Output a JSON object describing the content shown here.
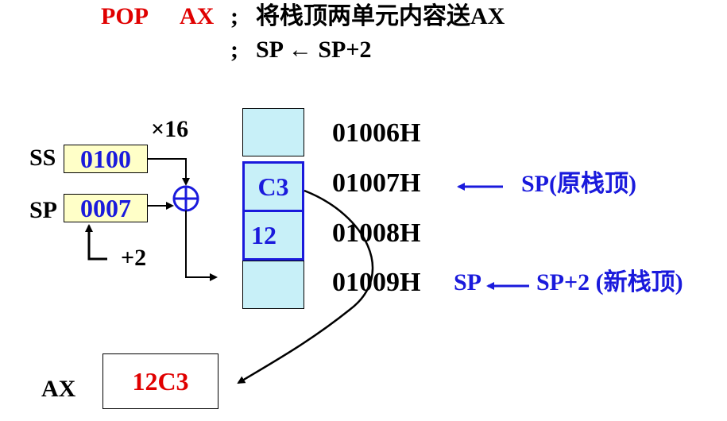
{
  "header": {
    "instr": "POP",
    "operand": "AX",
    "sep1": ";",
    "comment1": "将栈顶两单元内容送AX",
    "sep2": ";",
    "comment2": "SP ← SP+2"
  },
  "registers": {
    "ss_label": "SS",
    "ss_value": "0100",
    "sp_label": "SP",
    "sp_value": "0007",
    "shift_label": "×16",
    "increment_label": "+2",
    "adder_symbol": "⊕"
  },
  "memory": {
    "cells": [
      {
        "value": "",
        "address": "01006H"
      },
      {
        "value": "C3",
        "address": "01007H"
      },
      {
        "value": "12",
        "address": "01008H"
      },
      {
        "value": "",
        "address": "01009H"
      }
    ]
  },
  "annotations": {
    "old_top": "SP(原栈顶)",
    "new_sp_left": "SP",
    "new_sp_right": "SP+2 (新栈顶)"
  },
  "ax": {
    "label": "AX",
    "value": "12C3"
  },
  "colors": {
    "red": "#e00000",
    "blue": "#1a1adc",
    "cell_fill": "#c8f0f8",
    "reg_fill": "#ffffc8"
  }
}
